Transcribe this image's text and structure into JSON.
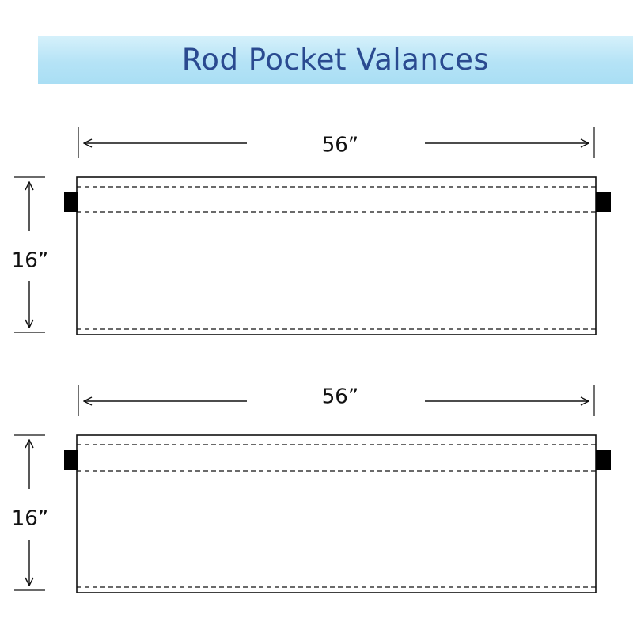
{
  "title": "Rod Pocket Valances",
  "panels": [
    {
      "width_label": "56”",
      "height_label": "16”"
    },
    {
      "width_label": "56”",
      "height_label": "16”"
    }
  ],
  "colors": {
    "title_text": "#2a4a90",
    "banner": "#b5e3f6",
    "line": "#111111"
  }
}
